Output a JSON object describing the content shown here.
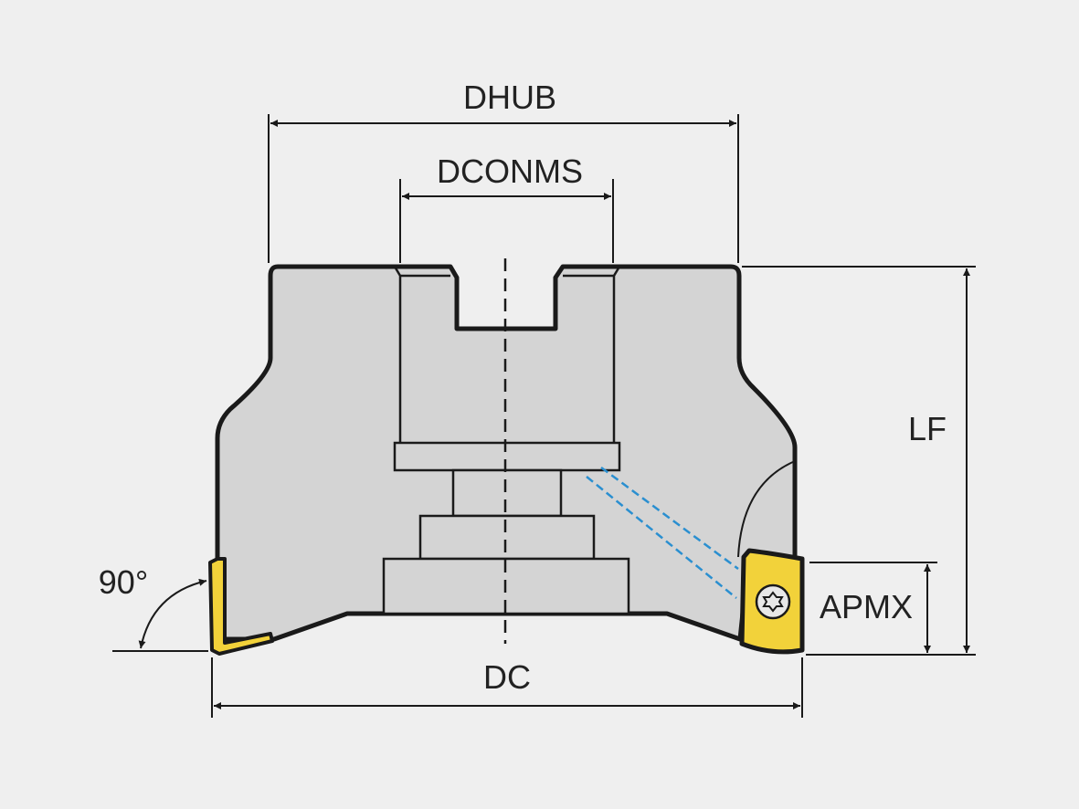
{
  "labels": {
    "dhub": "DHUB",
    "dconms": "DCONMS",
    "dc": "DC",
    "lf": "LF",
    "apmx": "APMX",
    "angle": "90°"
  },
  "colors": {
    "body": "#d4d4d4",
    "outline": "#1a1a1a",
    "insert": "#f2d23a",
    "coolant": "#2a8fd0",
    "background": "#efefef"
  }
}
